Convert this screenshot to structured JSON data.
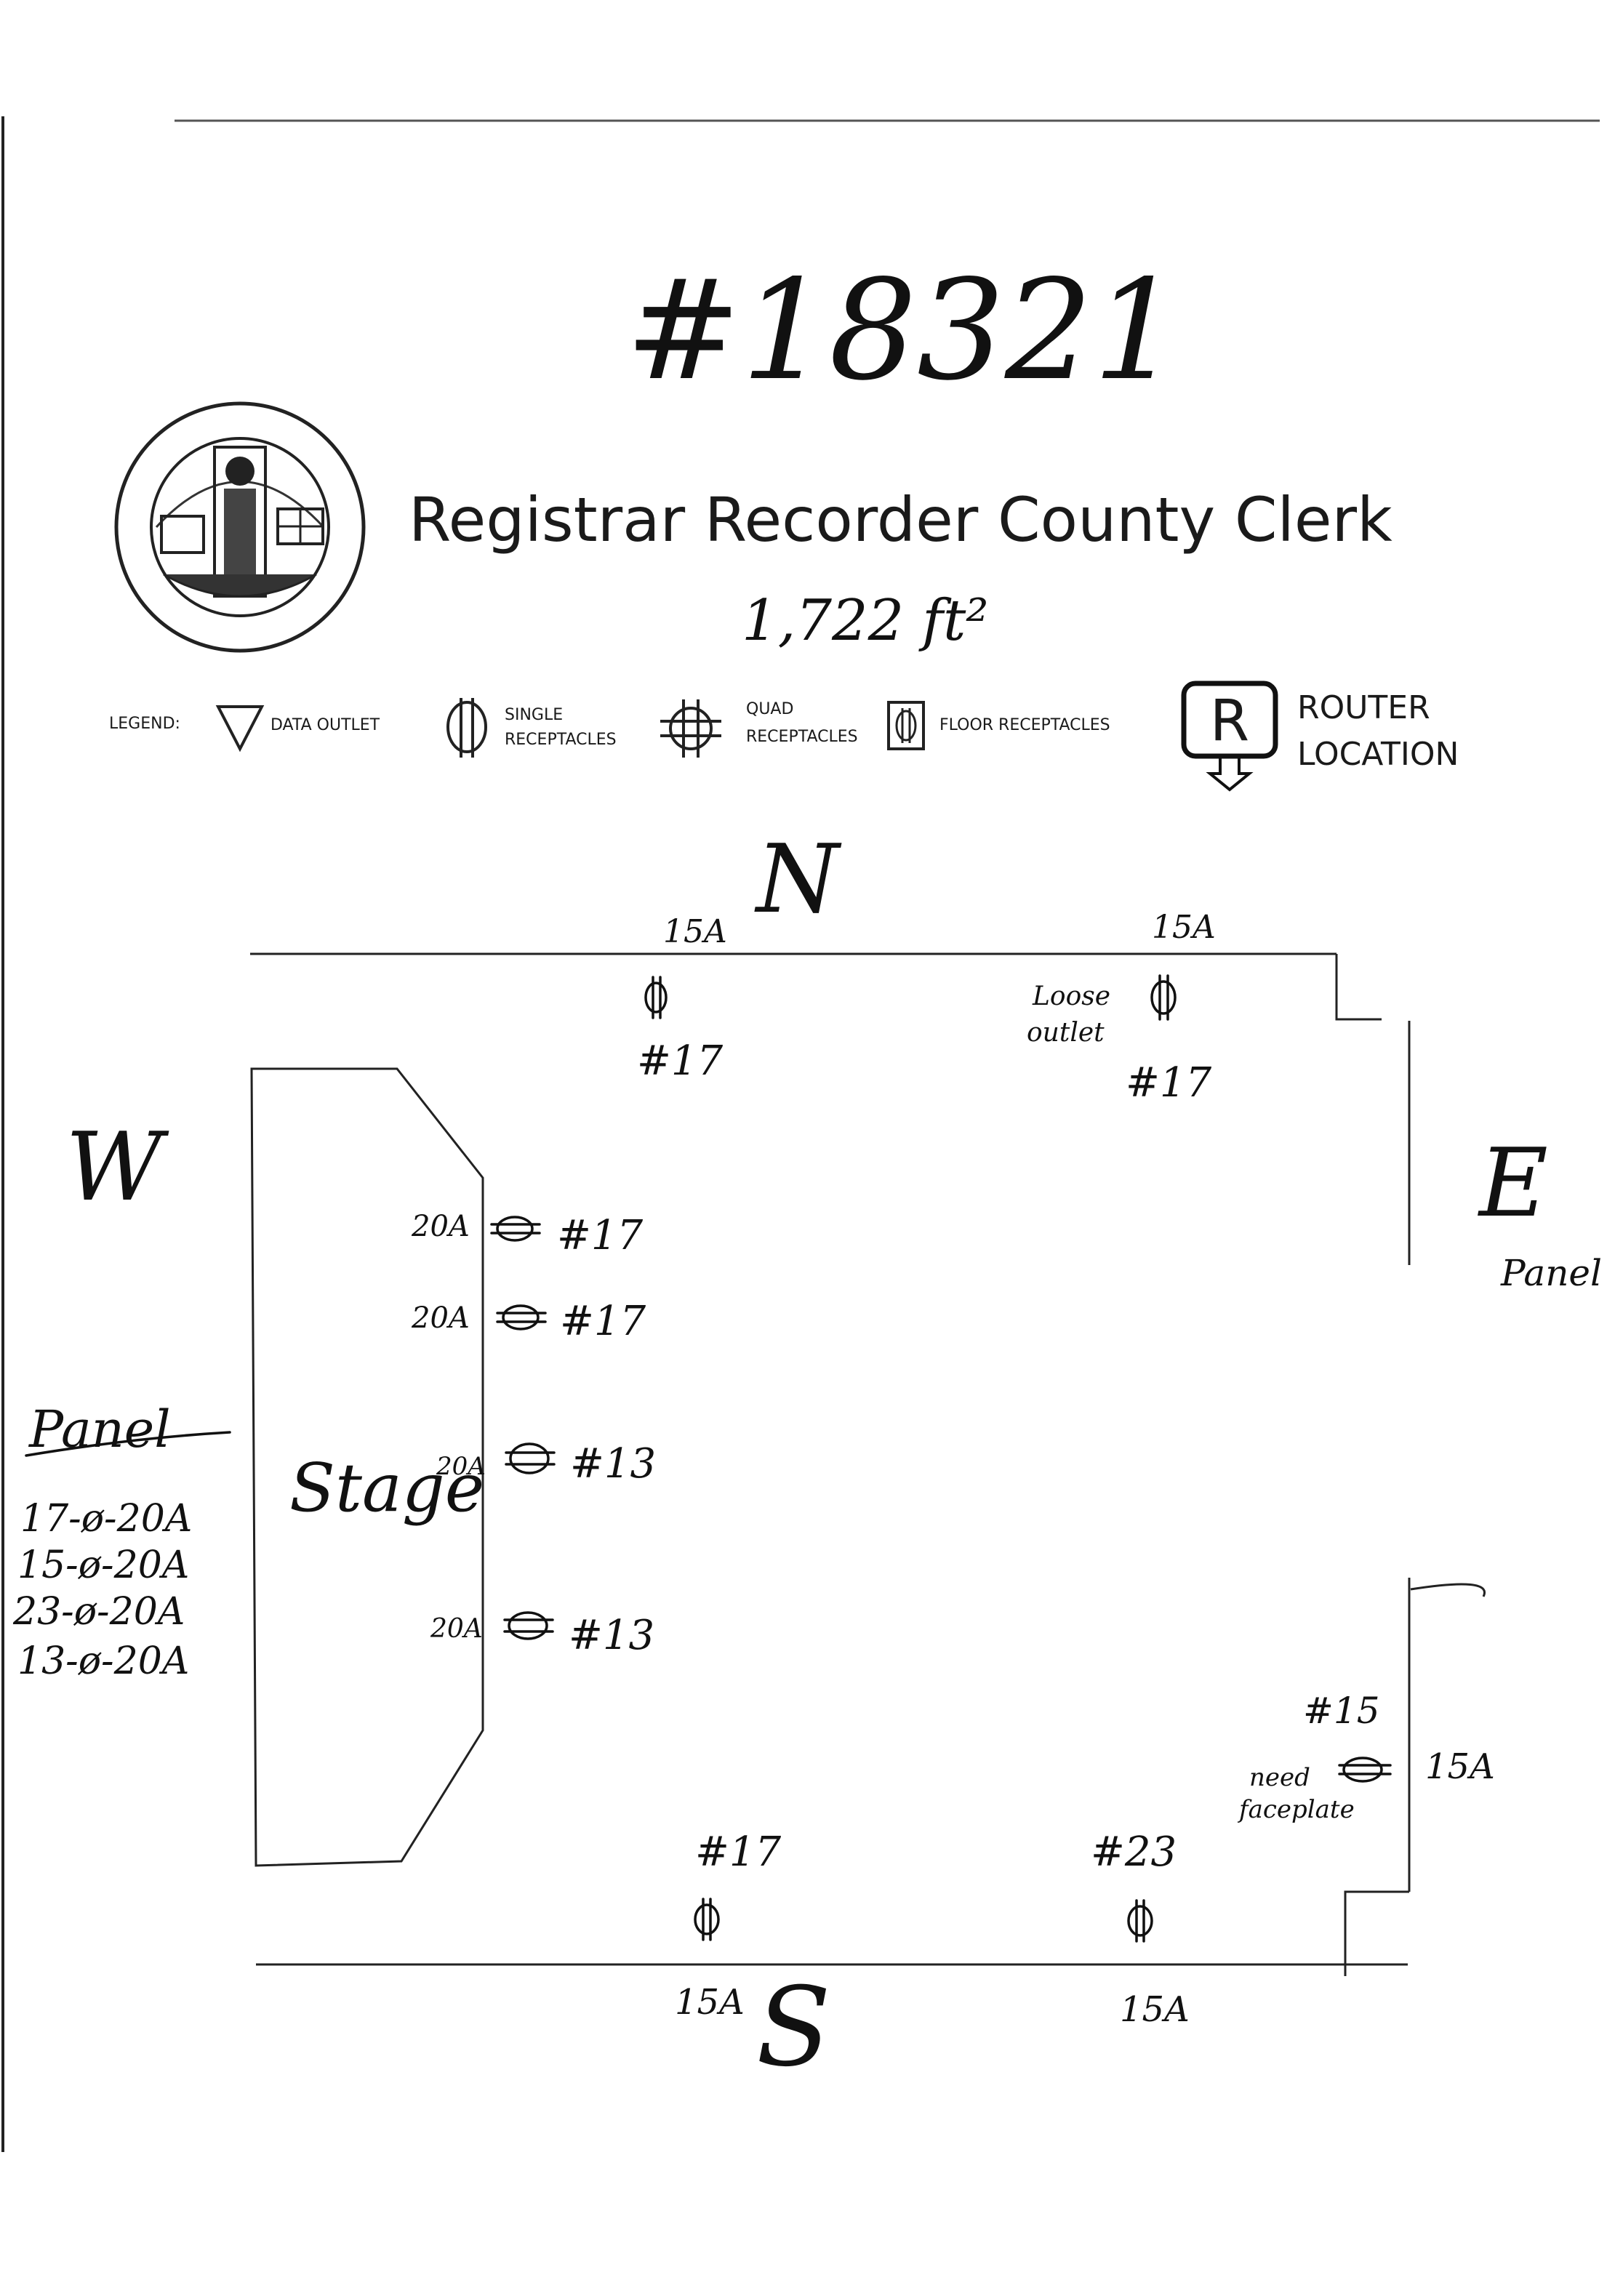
{
  "header": {
    "job_number": "#18321",
    "title": "Registrar Recorder County Clerk",
    "area": "1,722 ft²"
  },
  "legend": {
    "label": "LEGEND:",
    "items": [
      {
        "icon": "data-outlet-triangle-icon",
        "lines": [
          "DATA OUTLET"
        ]
      },
      {
        "icon": "single-receptacle-icon",
        "lines": [
          "SINGLE",
          "RECEPTACLES"
        ]
      },
      {
        "icon": "quad-receptacle-icon",
        "lines": [
          "QUAD",
          "RECEPTACLES"
        ]
      },
      {
        "icon": "floor-receptacle-icon",
        "lines": [
          "FLOOR RECEPTACLES"
        ]
      },
      {
        "icon": "router-icon",
        "lines": [
          "ROUTER",
          "LOCATION"
        ],
        "glyph": "R"
      }
    ]
  },
  "compass": {
    "north": "N",
    "south": "S",
    "east": "E",
    "west": "W"
  },
  "plan": {
    "stage_label": "Stage",
    "east_panel_label": "Panel",
    "north_outlets": [
      {
        "amps": "15A",
        "circuit": "#17",
        "note": ""
      },
      {
        "amps": "15A",
        "circuit": "#17",
        "note_lines": [
          "Loose",
          "outlet"
        ]
      }
    ],
    "stage_outlets": [
      {
        "amps": "20A",
        "circuit": "#17"
      },
      {
        "amps": "20A",
        "circuit": "#17"
      },
      {
        "amps": "20A",
        "circuit": "#13"
      },
      {
        "amps": "20A",
        "circuit": "#13"
      }
    ],
    "east_outlet": {
      "amps": "15A",
      "circuit": "#15",
      "note_lines": [
        "need",
        "faceplate"
      ]
    },
    "south_outlets": [
      {
        "amps": "15A",
        "circuit": "#17"
      },
      {
        "amps": "15A",
        "circuit": "#23"
      }
    ]
  },
  "panel_notes": {
    "title": "Panel",
    "lines": [
      "17-ø-20A",
      "15-ø-20A",
      "23-ø-20A",
      "13-ø-20A"
    ]
  }
}
